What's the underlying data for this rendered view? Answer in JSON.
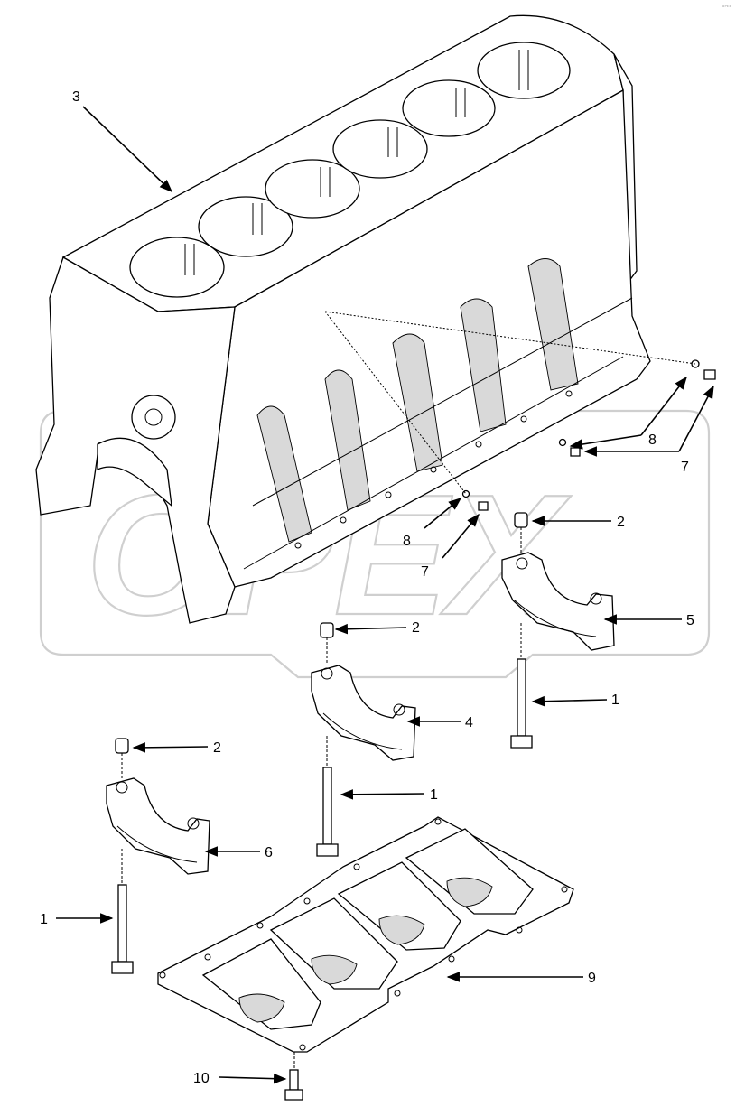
{
  "corner_mark": "ᵒᴾᴱˣ",
  "watermark": {
    "text": "OPEX"
  },
  "callouts": [
    {
      "id": "c3",
      "label": "3"
    },
    {
      "id": "c8a",
      "label": "8"
    },
    {
      "id": "c7a",
      "label": "7"
    },
    {
      "id": "c8b",
      "label": "8"
    },
    {
      "id": "c7b",
      "label": "7"
    },
    {
      "id": "c2a",
      "label": "2"
    },
    {
      "id": "c5",
      "label": "5"
    },
    {
      "id": "c2b",
      "label": "2"
    },
    {
      "id": "c4",
      "label": "4"
    },
    {
      "id": "c1a",
      "label": "1"
    },
    {
      "id": "c2c",
      "label": "2"
    },
    {
      "id": "c1b",
      "label": "1"
    },
    {
      "id": "c6",
      "label": "6"
    },
    {
      "id": "c1c",
      "label": "1"
    },
    {
      "id": "c9",
      "label": "9"
    },
    {
      "id": "c10",
      "label": "10"
    }
  ]
}
